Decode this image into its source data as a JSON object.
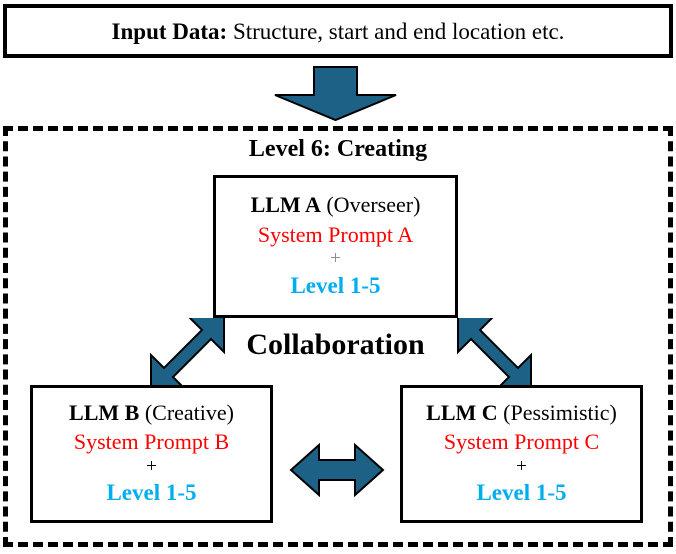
{
  "colors": {
    "arrow_teal": "#1d6186",
    "prompt_red": "#ff0000",
    "level_cyan": "#00aeef",
    "plus_gray": "#8c8c8c",
    "border_black": "#000000",
    "background": "#ffffff"
  },
  "input": {
    "label": "Input Data:",
    "text": " Structure, start and end location etc."
  },
  "framework": {
    "level_title": "Level 6: Creating",
    "collaboration_label": "Collaboration"
  },
  "agents": [
    {
      "id": "a",
      "name": "LLM A",
      "role": "(Overseer)",
      "prompt": "System Prompt A",
      "plus": "+",
      "level": "Level 1-5"
    },
    {
      "id": "b",
      "name": "LLM B",
      "role": "(Creative)",
      "prompt": "System Prompt B",
      "plus": "+",
      "level": "Level 1-5"
    },
    {
      "id": "c",
      "name": "LLM C",
      "role": "(Pessimistic)",
      "prompt": "System Prompt C",
      "plus": "+",
      "level": "Level 1-5"
    }
  ],
  "arrows": {
    "input_to_framework": "down-arrow",
    "a_to_b": "diagonal-double-arrow-left",
    "a_to_c": "diagonal-double-arrow-right",
    "b_to_c": "horizontal-double-arrow"
  }
}
